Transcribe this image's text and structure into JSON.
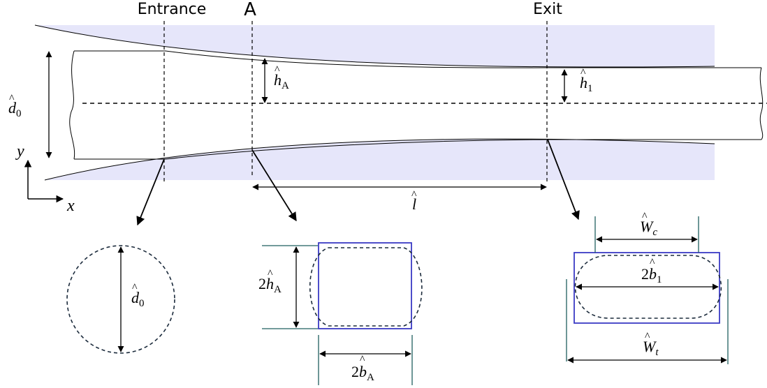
{
  "sections": {
    "entrance": "Entrance",
    "a": "A",
    "exit": "Exit"
  },
  "axes": {
    "y": "y",
    "x": "x"
  },
  "dims": {
    "d0_side": {
      "sym": "d",
      "sub": "0"
    },
    "hA_top": {
      "sym": "h",
      "sub": "A"
    },
    "h1_top": {
      "sym": "h",
      "sub": "1"
    },
    "l": {
      "sym": "l",
      "sub": ""
    },
    "d0_circle": {
      "sym": "d",
      "sub": "0"
    },
    "hA_cross": {
      "pre": "2",
      "sym": "h",
      "sub": "A"
    },
    "bA_cross": {
      "pre": "2",
      "sym": "b",
      "sub": "A"
    },
    "Wc": {
      "sym": "W",
      "sub": "c"
    },
    "b1_cross": {
      "pre": "2",
      "sym": "b",
      "sub": "1"
    },
    "Wt": {
      "sym": "W",
      "sub": "t"
    }
  },
  "colors": {
    "channel_fill": "#e6e6fa",
    "rect_outline": "#3b3bc4",
    "dashed_outline": "#1c2b3c",
    "extension_line": "#1f5f5f",
    "line": "#000000"
  }
}
